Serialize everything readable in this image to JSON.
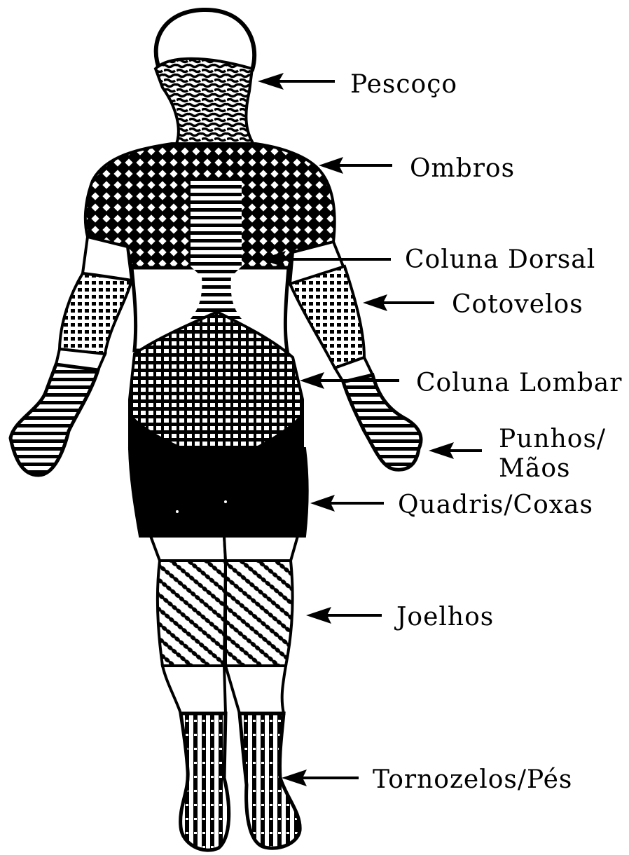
{
  "diagram": {
    "regions": [
      {
        "id": "neck",
        "label": "Pescoço",
        "pattern": "speckle"
      },
      {
        "id": "shoulders",
        "label": "Ombros",
        "pattern": "crosshatch"
      },
      {
        "id": "upper-spine",
        "label": "Coluna Dorsal",
        "pattern": "hlines"
      },
      {
        "id": "elbows",
        "label": "Cotovelos",
        "pattern": "dotgrid"
      },
      {
        "id": "lower-spine",
        "label": "Coluna Lombar",
        "pattern": "grid"
      },
      {
        "id": "wrists-hands",
        "label_line1": "Punhos/",
        "label_line2": "Mãos",
        "pattern": "hlines"
      },
      {
        "id": "hips-thighs",
        "label": "Quadris/Coxas",
        "pattern": "solid"
      },
      {
        "id": "knees",
        "label": "Joelhos",
        "pattern": "diagdots"
      },
      {
        "id": "ankles-feet",
        "label": "Tornozelos/Pés",
        "pattern": "vlines"
      }
    ],
    "colors": {
      "ink": "#000000",
      "paper": "#ffffff"
    }
  }
}
